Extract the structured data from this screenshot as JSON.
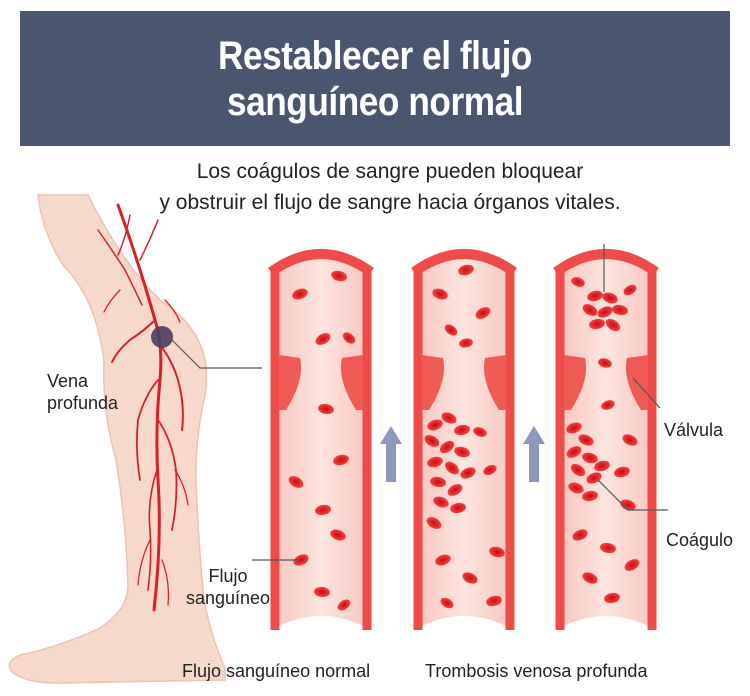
{
  "header": {
    "title_line1": "Restablecer el flujo",
    "title_line2": "sanguíneo normal"
  },
  "intro": {
    "line1": "Los coágulos de sangre pueden bloquear",
    "line2": "y obstruir el flujo de sangre hacia órganos vitales."
  },
  "labels": {
    "deep_vein_line1": "Vena",
    "deep_vein_line2": "profunda",
    "blood_flow_line1": "Flujo",
    "blood_flow_line2": "sanguíneo",
    "valve": "Válvula",
    "clot": "Coágulo"
  },
  "captions": {
    "normal_flow": "Flujo sanguíneo normal",
    "dvt": "Trombosis venosa profunda"
  },
  "colors": {
    "banner": "#4a5570",
    "vessel_wall": "#ef4b4b",
    "vessel_lumen": "#fcd9d4",
    "red_cell": "#e8262b",
    "arrow": "#8e98bd",
    "skin": "#f7d9cb"
  }
}
